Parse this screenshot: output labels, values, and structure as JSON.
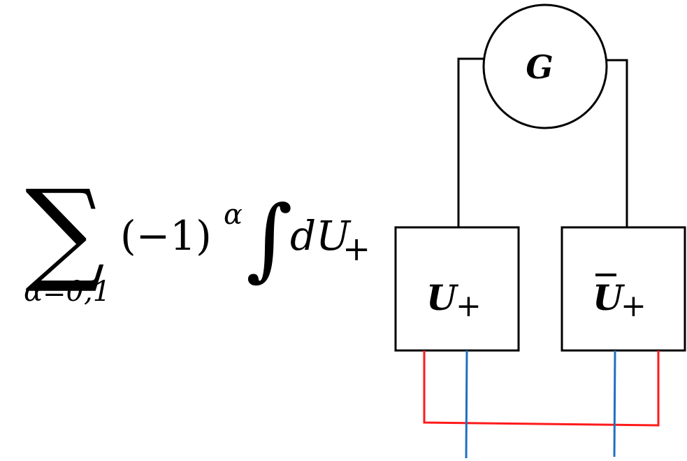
{
  "formula": {
    "sum_symbol": "∑",
    "subscript": "α=0,1",
    "factor": "(−1)",
    "factor_exponent": "α",
    "integral_symbol": "∫",
    "measure": "dU",
    "measure_subscript": "+"
  },
  "nodes": {
    "g_circle": {
      "label": "G"
    },
    "box_left": {
      "label": "U",
      "subscript": "+"
    },
    "box_right": {
      "label": "U",
      "subscript": "+",
      "overline": true
    }
  },
  "colors": {
    "black_wire": "#000000",
    "red_wire": "#ff1a1a",
    "blue_wire": "#1f6fc0"
  }
}
